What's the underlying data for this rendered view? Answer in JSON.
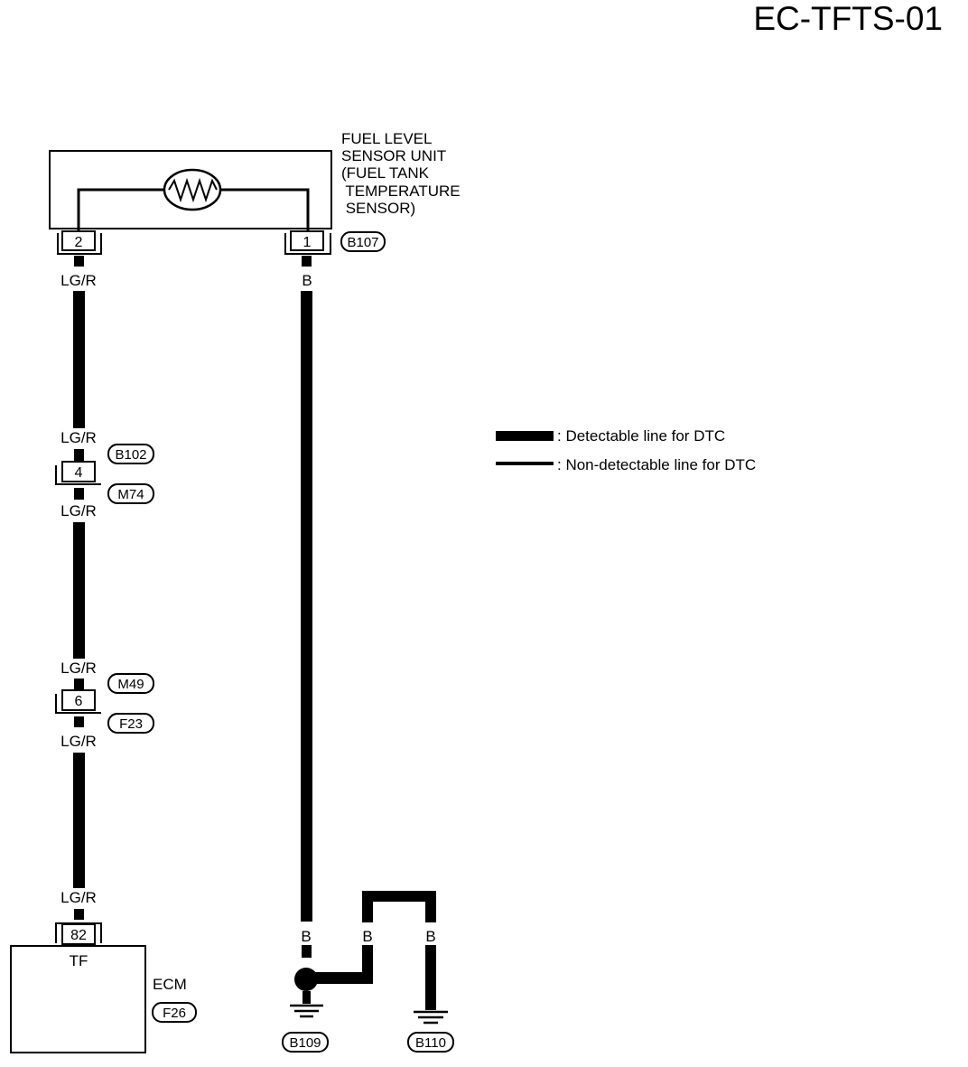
{
  "diagram_id": "EC-TFTS-01",
  "sensor": {
    "label_lines": [
      "FUEL LEVEL",
      "SENSOR UNIT",
      "(FUEL TANK",
      " TEMPERATURE",
      " SENSOR)"
    ],
    "connector": "B107",
    "pins": [
      "2",
      "1"
    ]
  },
  "wires": {
    "left_color": "LG/R",
    "right_color": "B"
  },
  "joint_connectors": [
    {
      "pin": "4",
      "upper": "B102",
      "lower": "M74"
    },
    {
      "pin": "6",
      "upper": "M49",
      "lower": "F23"
    }
  ],
  "ecm": {
    "name": "ECM",
    "connector": "F26",
    "pin": "82",
    "terminal": "TF"
  },
  "grounds": [
    "B109",
    "B110"
  ],
  "legend": [
    {
      "style": "thick",
      "text": ": Detectable line for DTC"
    },
    {
      "style": "thin",
      "text": ": Non-detectable line for DTC"
    }
  ]
}
